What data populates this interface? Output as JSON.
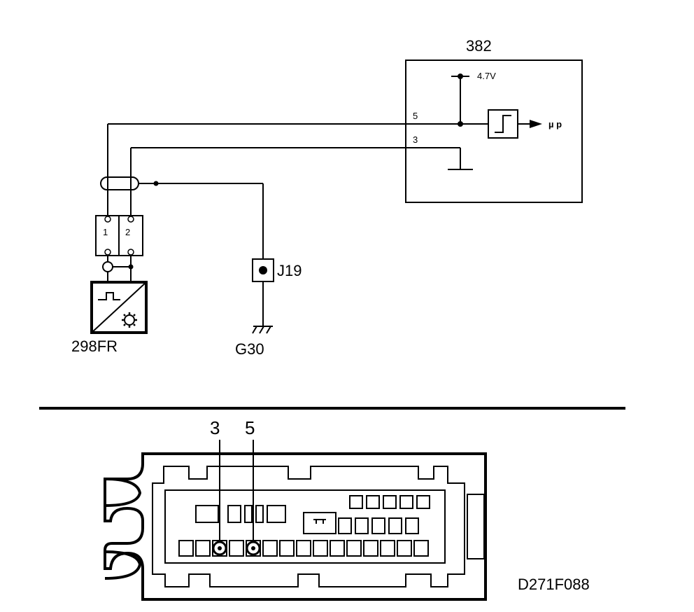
{
  "ecu": {
    "id": "382",
    "pin_upper": "5",
    "pin_lower": "3",
    "voltage": "4.7V",
    "output": "µ p"
  },
  "connector": {
    "pin_a": "1",
    "pin_b": "2"
  },
  "sensor": {
    "id": "298FR"
  },
  "junction": {
    "id": "J19"
  },
  "ground": {
    "id": "G30"
  },
  "connector_view": {
    "pin_callout_left": "3",
    "pin_callout_right": "5"
  },
  "figure_code": "D271F088"
}
